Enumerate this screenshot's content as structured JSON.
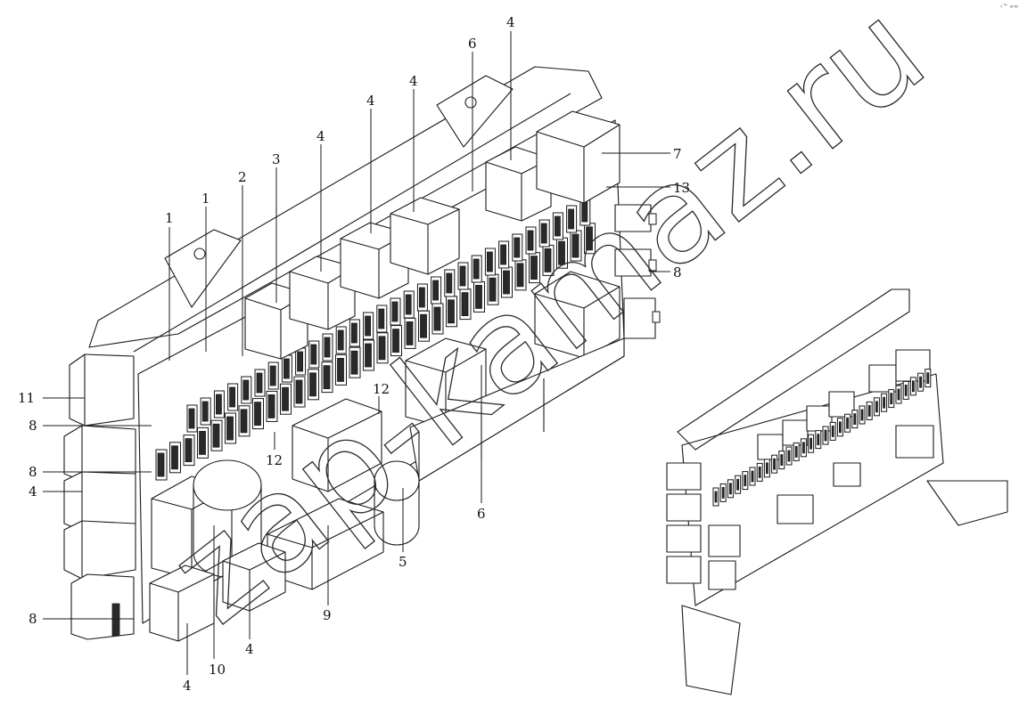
{
  "watermark": "zap-kamaz.ru",
  "corner_mark": "‹™ ∞∞∞",
  "callouts": [
    "1",
    "1",
    "2",
    "3",
    "4",
    "4",
    "4",
    "5",
    "6",
    "4",
    "7",
    "13",
    "8",
    "11",
    "8",
    "8",
    "4",
    "12",
    "12",
    "5",
    "6",
    "9",
    "10",
    "4",
    "4",
    "8"
  ],
  "colors": {
    "line": "#1a1a1a",
    "background": "#ffffff"
  }
}
